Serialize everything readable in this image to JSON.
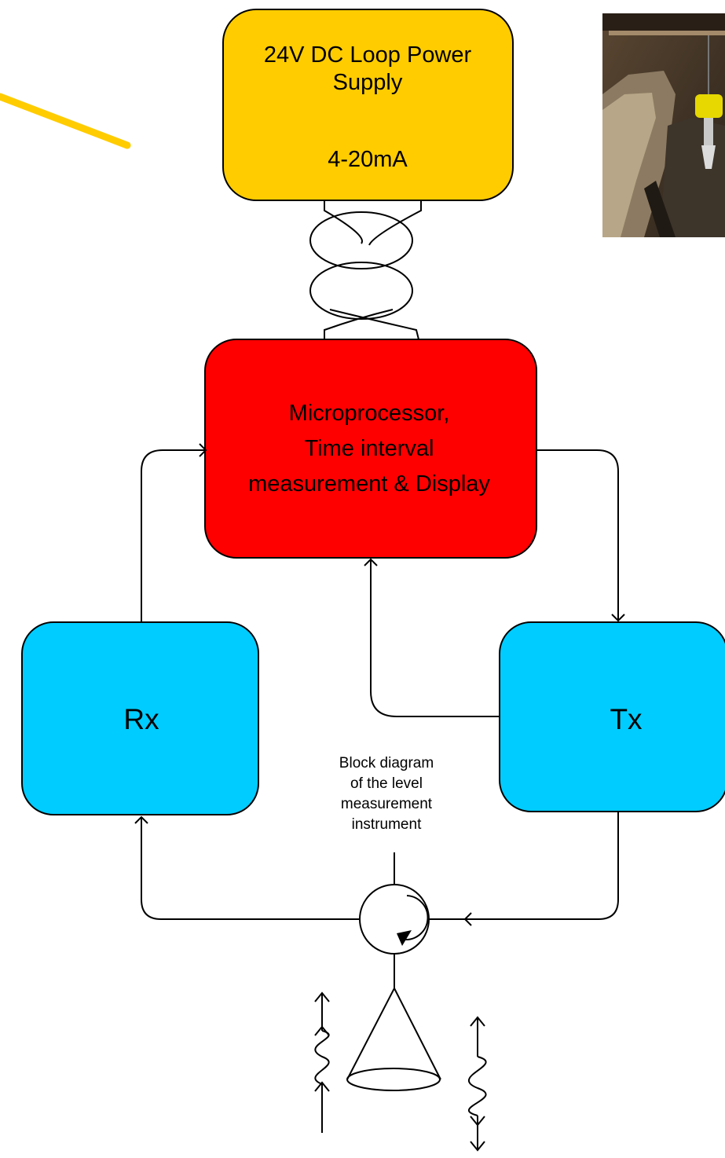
{
  "blocks": {
    "power_supply": {
      "line1": "24V DC Loop Power",
      "line2": "Supply",
      "line3": "4-20mA",
      "color": "#FFCC00"
    },
    "microprocessor": {
      "line1": "Microprocessor,",
      "line2": "Time interval",
      "line3": "measurement & Display",
      "color": "#FF0000"
    },
    "rx": {
      "label": "Rx",
      "color": "#00CCFF"
    },
    "tx": {
      "label": "Tx",
      "color": "#00CCFF"
    }
  },
  "caption": {
    "line1": "Block diagram",
    "line2": "of the level",
    "line3": "measurement",
    "line4": "instrument"
  },
  "accent_stroke_color": "#FFCC00",
  "photo": {
    "subject": "level sensor mounted in open channel"
  }
}
